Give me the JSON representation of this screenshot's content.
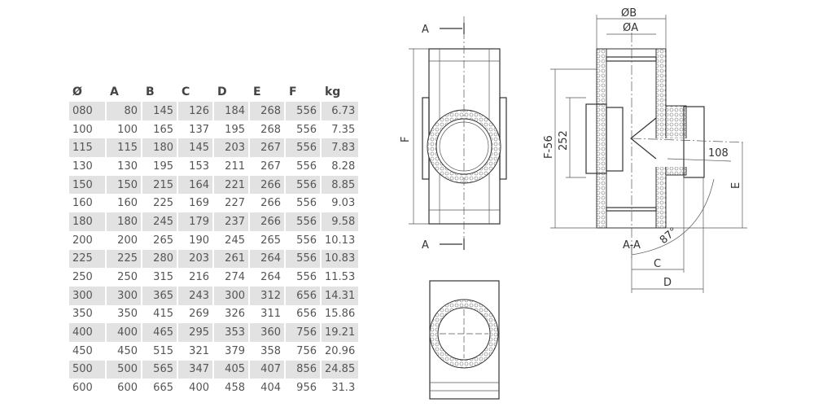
{
  "table": {
    "headers": [
      "Ø",
      "A",
      "B",
      "C",
      "D",
      "E",
      "F",
      "kg"
    ],
    "rows": [
      [
        "080",
        "80",
        "145",
        "126",
        "184",
        "268",
        "556",
        "6.73"
      ],
      [
        "100",
        "100",
        "165",
        "137",
        "195",
        "268",
        "556",
        "7.35"
      ],
      [
        "115",
        "115",
        "180",
        "145",
        "203",
        "267",
        "556",
        "7.83"
      ],
      [
        "130",
        "130",
        "195",
        "153",
        "211",
        "267",
        "556",
        "8.28"
      ],
      [
        "150",
        "150",
        "215",
        "164",
        "221",
        "266",
        "556",
        "8.85"
      ],
      [
        "160",
        "160",
        "225",
        "169",
        "227",
        "266",
        "556",
        "9.03"
      ],
      [
        "180",
        "180",
        "245",
        "179",
        "237",
        "266",
        "556",
        "9.58"
      ],
      [
        "200",
        "200",
        "265",
        "190",
        "245",
        "265",
        "556",
        "10.13"
      ],
      [
        "225",
        "225",
        "280",
        "203",
        "261",
        "264",
        "556",
        "10.83"
      ],
      [
        "250",
        "250",
        "315",
        "216",
        "274",
        "264",
        "556",
        "11.53"
      ],
      [
        "300",
        "300",
        "365",
        "243",
        "300",
        "312",
        "656",
        "14.31"
      ],
      [
        "350",
        "350",
        "415",
        "269",
        "326",
        "311",
        "656",
        "15.86"
      ],
      [
        "400",
        "400",
        "465",
        "295",
        "353",
        "360",
        "756",
        "19.21"
      ],
      [
        "450",
        "450",
        "515",
        "321",
        "379",
        "358",
        "756",
        "20.96"
      ],
      [
        "500",
        "500",
        "565",
        "347",
        "405",
        "407",
        "856",
        "24.85"
      ],
      [
        "600",
        "600",
        "665",
        "400",
        "458",
        "404",
        "956",
        "31.3"
      ]
    ]
  },
  "drawing": {
    "front": {
      "section_top": "A",
      "section_bottom": "A",
      "height_label": "F"
    },
    "section": {
      "outer_dia": "ØB",
      "inner_dia": "ØA",
      "f_minus": "F-56",
      "door_height": "252",
      "branch": "108",
      "e_label": "E",
      "section_name": "A-A",
      "angle": "87°",
      "c_label": "C",
      "d_label": "D"
    }
  }
}
